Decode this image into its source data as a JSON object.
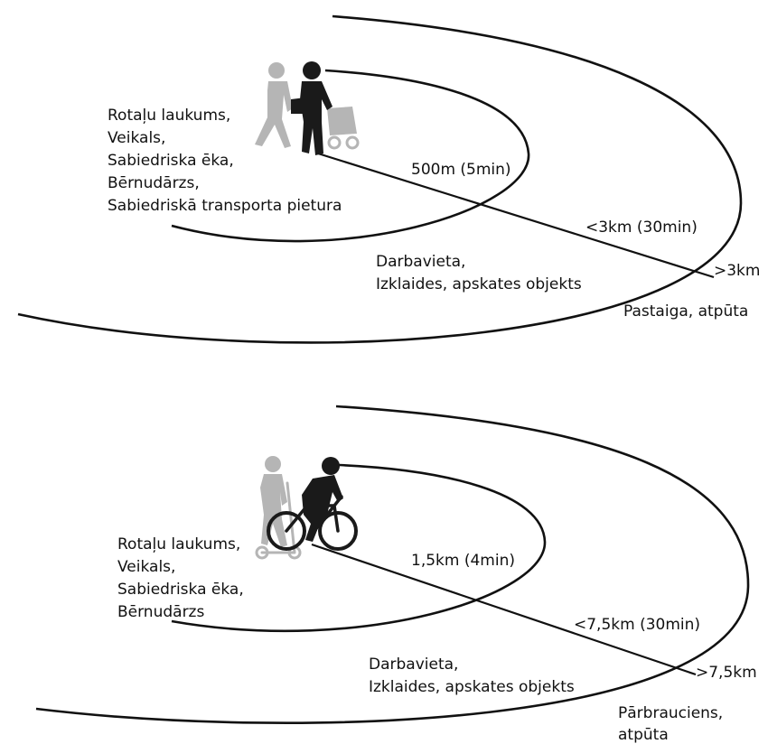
{
  "walking": {
    "zone1_places": [
      "Rotaļu laukums,",
      "Veikals,",
      "Sabiedriska ēka,",
      "Bērnudārzs,",
      "Sabiedriskā transporta pietura"
    ],
    "distance1": "500m (5min)",
    "distance2": "<3km (30min)",
    "zone2_places": [
      "Darbavieta,",
      "Izklaides, apskates objekts"
    ],
    "distance3": ">3km",
    "zone3_places": [
      "Pastaiga, atpūta"
    ]
  },
  "cycling": {
    "zone1_places": [
      "Rotaļu laukums,",
      "Veikals,",
      "Sabiedriska ēka,",
      "Bērnudārzs"
    ],
    "distance1": "1,5km (4min)",
    "distance2": "<7,5km (30min)",
    "zone2_places": [
      "Darbavieta,",
      "Izklaides, apskates objekts"
    ],
    "distance3": ">7,5km",
    "zone3_places": [
      "Pārbrauciens,",
      "atpūta"
    ]
  },
  "icons": {
    "walking_figures": "pedestrians-with-stroller-icon",
    "cycling_figures": "cyclist-and-scooter-icon"
  },
  "colors": {
    "line": "#111111",
    "figure_front": "#1a1a1a",
    "figure_back": "#b5b5b5"
  }
}
